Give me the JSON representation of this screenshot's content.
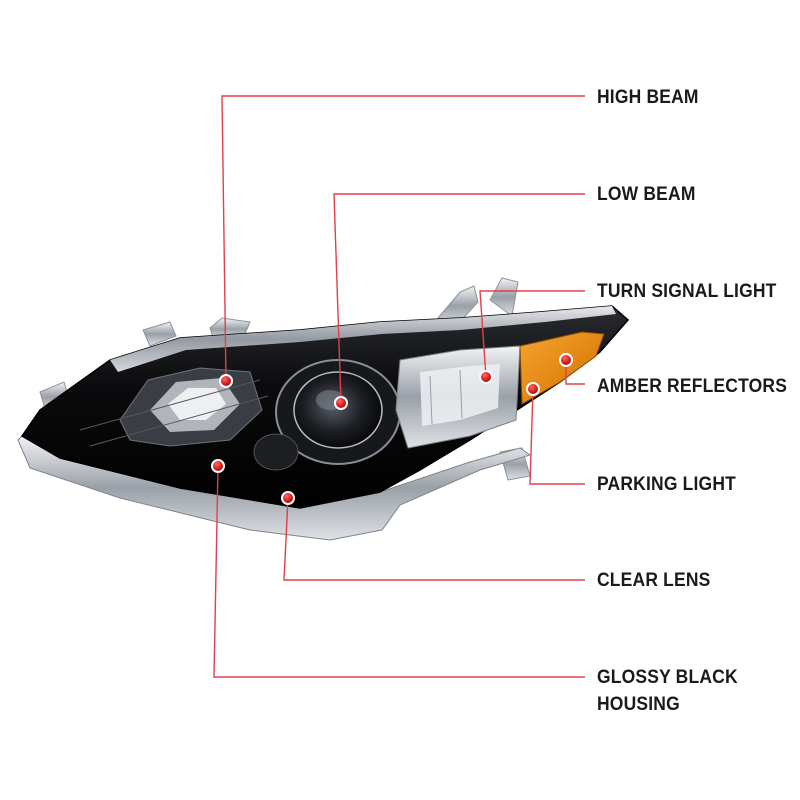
{
  "labels": {
    "high_beam": "HIGH BEAM",
    "low_beam": "LOW BEAM",
    "turn_signal_light": "TURN SIGNAL LIGHT",
    "amber_reflectors": "AMBER REFLECTORS",
    "parking_light": "PARKING LIGHT",
    "clear_lens": "CLEAR LENS",
    "glossy_black_housing_line1": "GLOSSY BLACK",
    "glossy_black_housing_line2": "HOUSING"
  },
  "colors": {
    "callout_line": "#e0404a",
    "marker": "#d81e1e",
    "housing": "#0b0b0d",
    "chrome": "#c9ccd1",
    "amber": "#e88a12",
    "label_text": "#1a1a1a",
    "background": "#ffffff"
  }
}
